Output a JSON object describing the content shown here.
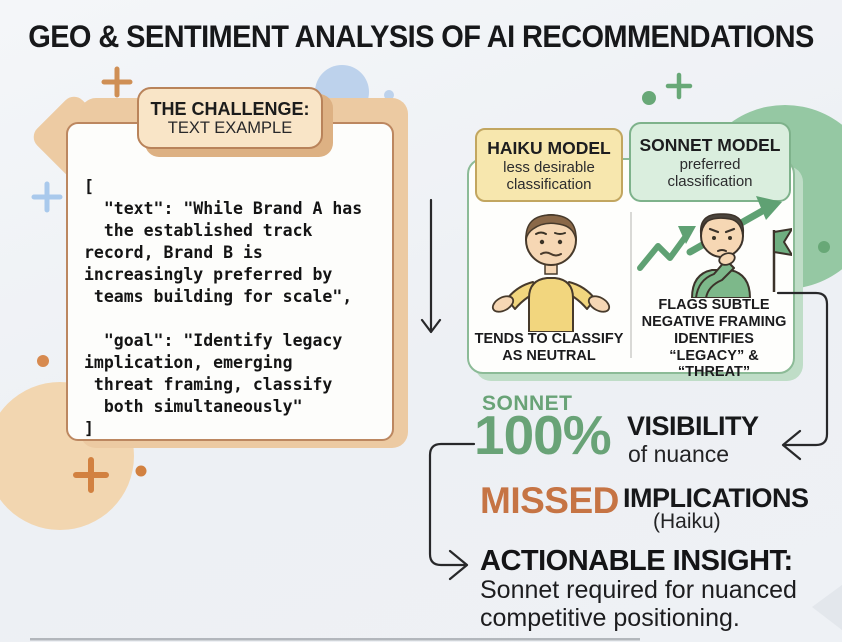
{
  "title": "GEO & SENTIMENT ANALYSIS OF AI RECOMMENDATIONS",
  "challenge": {
    "badge_title": "THE CHALLENGE:",
    "badge_subtitle": "TEXT EXAMPLE",
    "code": "[\n  \"text\": \"While Brand A has\n  the established track\nrecord, Brand B is\nincreasingly preferred by\n teams building for scale\",\n\n  \"goal\": \"Identify legacy\nimplication, emerging\n threat framing, classify\n  both simultaneously\"\n]"
  },
  "models": {
    "haiku": {
      "name": "HAIKU MODEL",
      "sub1": "less desirable",
      "sub2": "classification",
      "caption1": "TENDS TO CLASSIFY",
      "caption2": "AS NEUTRAL"
    },
    "sonnet": {
      "name": "SONNET MODEL",
      "sub1": "preferred",
      "sub2": "classification",
      "caption1": "FLAGS SUBTLE",
      "caption2": "NEGATIVE FRAMING",
      "caption3": "IDENTIFIES",
      "caption4": "“LEGACY” & “THREAT”"
    }
  },
  "results": {
    "sonnet_label": "SONNET",
    "percent": "100%",
    "visibility": "VISIBILITY",
    "of_nuance": "of nuance",
    "missed": "MISSED",
    "implications": "IMPLICATIONS",
    "haiku_note": "(Haiku)",
    "insight_title": "ACTIONABLE INSIGHT:",
    "insight_line1": "Sonnet required for nuanced",
    "insight_line2": "competitive positioning."
  },
  "icons": [
    "plus-icon",
    "diamond-icon",
    "circle-icon",
    "dot-icon",
    "down-arrow-icon",
    "left-arrow-connector-icon",
    "right-arrow-connector-icon",
    "shrug-person-illustration",
    "thinking-person-illustration",
    "trend-up-arrow-icon",
    "zigzag-arrow-icon",
    "flag-icon"
  ],
  "colors": {
    "background": "#eef1f5",
    "tan_fill": "#eccaa2",
    "tan_border": "#bc8760",
    "badge_peach": "#f9e5c7",
    "yellow_badge": "#f7e7ae",
    "yellow_border": "#c2a660",
    "green_badge": "#daeede",
    "green_border": "#8cbb97",
    "green_circle": "#95c8a3",
    "green_text": "#69a377",
    "orange_text": "#c67444",
    "blue_accent": "#bdd2ec",
    "line_dark": "#28282a"
  }
}
